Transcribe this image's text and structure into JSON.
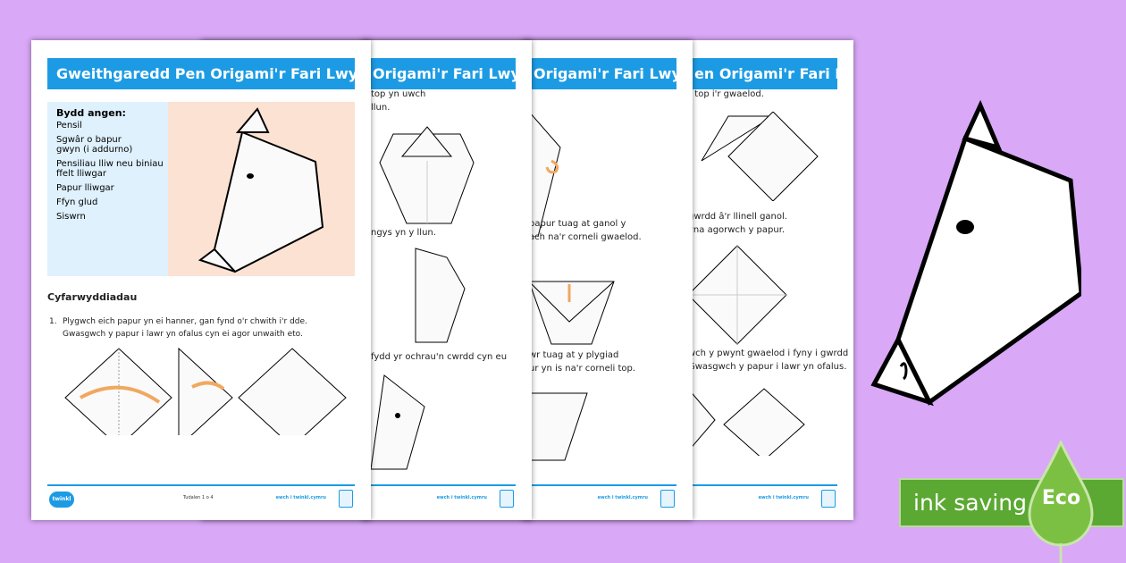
{
  "title": "Gweithgaredd Pen Origami'r Fari Lwyd",
  "page_title_partial": "Origami'r Fari Lwyd",
  "page4_title_partial": "en Origami'r Fari Lwyd",
  "materials": {
    "heading": "Bydd angen:",
    "items": [
      "Pensil",
      "Sgwâr o bapur gwyn (i addurno)",
      "Pensiliau lliw neu biniau ffelt lliwgar",
      "Papur lliwgar",
      "Ffyn glud",
      "Siswrn"
    ]
  },
  "instructions_heading": "Cyfarwyddiadau",
  "step1": {
    "number": "1.",
    "line1": "Plygwch eich papur yn ei hanner, gan fynd o'r chwith i'r dde.",
    "line2": "Gwasgwch y papur i lawr yn ofalus cyn ei agor unwaith eto."
  },
  "page2": {
    "t1": "top yn uwch",
    "t2": "llun.",
    "t3": "ngys yn y llun.",
    "t4": "fydd yr ochrau'n cwrdd cyn eu"
  },
  "page3": {
    "t1": "papur tuag at ganol y",
    "t2": "ach na'r corneli gwaelod.",
    "t3": "wr tuag at y plygiad",
    "t4": "ur yn is na'r corneli top."
  },
  "page4": {
    "t1": "r top i'r gwaelod.",
    "t2": "gwrdd â'r llinell ganol.",
    "t3": "yna agorwch y papur.",
    "t4": "wch y pwynt gwaelod i fyny i gwrdd",
    "t5": "Gwasgwch y papur i lawr yn ofalus."
  },
  "footer": {
    "page_number": "Tudalen 1 o 4",
    "link": "ewch i twinkl.cymru",
    "logo": "twinkl"
  },
  "eco_badge": {
    "label": "ink saving",
    "eco": "Eco"
  },
  "colors": {
    "background": "#d9a8f7",
    "title_bar": "#1c9be4",
    "materials_bg": "#dff1fd",
    "image_bg": "#fbe2d3",
    "eco_green": "#5ba832",
    "arrow": "#f0a860"
  }
}
